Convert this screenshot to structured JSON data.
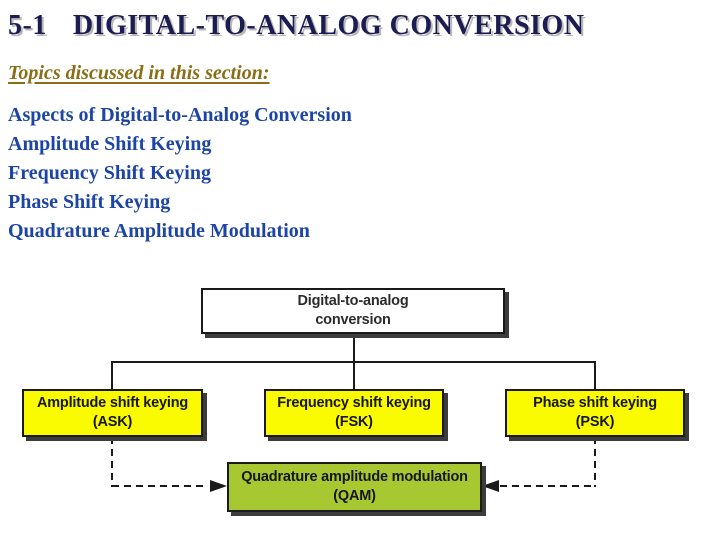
{
  "slide": {
    "section_number": "5-1",
    "title": "DIGITAL-TO-ANALOG CONVERSION",
    "topics_heading": "Topics discussed in this section:",
    "topics": [
      "Aspects of Digital-to-Analog Conversion",
      "Amplitude Shift Keying",
      "Frequency Shift Keying",
      "Phase Shift Keying",
      "Quadrature Amplitude Modulation"
    ]
  },
  "diagram": {
    "root_box": {
      "line1": "Digital-to-analog",
      "line2": "conversion"
    },
    "branch_boxes": [
      {
        "line1": "Amplitude shift keying",
        "line2": "(ASK)"
      },
      {
        "line1": "Frequency shift keying",
        "line2": "(FSK)"
      },
      {
        "line1": "Phase shift keying",
        "line2": "(PSK)"
      }
    ],
    "merge_box": {
      "line1": "Quadrature amplitude modulation",
      "line2": "(QAM)"
    }
  },
  "colors": {
    "title_text": "#1c1c52",
    "title_shadow": "#b8b8b8",
    "topics_heading_text": "#8a6d14",
    "topics_text": "#1c45a5",
    "box_yellow": "#fbfb00",
    "box_green": "#a8c832",
    "box_white": "#ffffff",
    "diagram_line": "#1a1a1a",
    "box_shadow": "#3c3c3c"
  }
}
